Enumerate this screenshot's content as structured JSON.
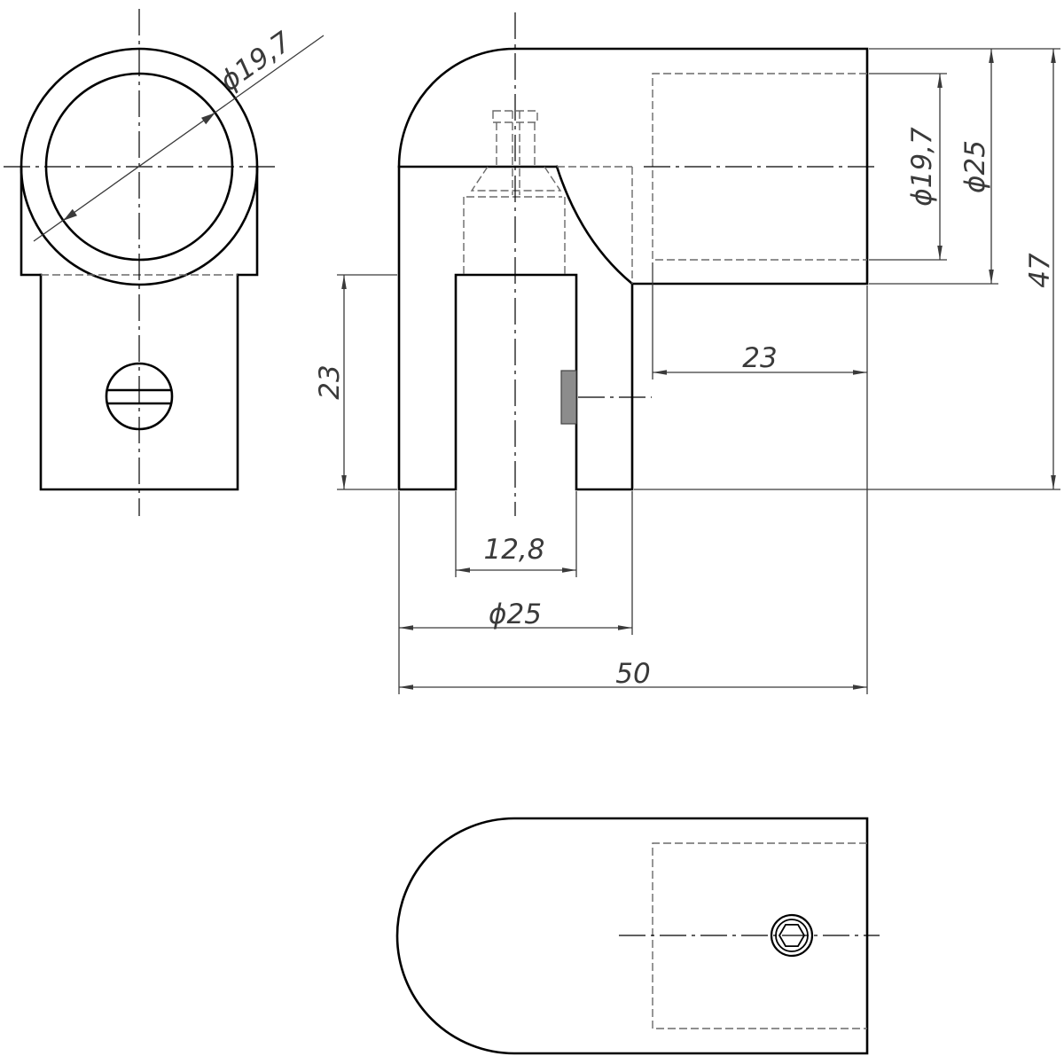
{
  "dimensions": {
    "front_bore_diameter": "ϕ19,7",
    "side_bore_diameter": "ϕ19,7",
    "side_tube_diameter": "ϕ25",
    "overall_height": "47",
    "horizontal_bore_depth": "23",
    "vertical_bore_depth": "23",
    "slot_width": "12,8",
    "branch_diameter": "ϕ25",
    "overall_length": "50"
  },
  "colors": {
    "outline": "#000000",
    "dimension": "#3a3a3a",
    "hidden_line": "#6a6a6a",
    "set_screw_fill": "#8c8c8c"
  }
}
